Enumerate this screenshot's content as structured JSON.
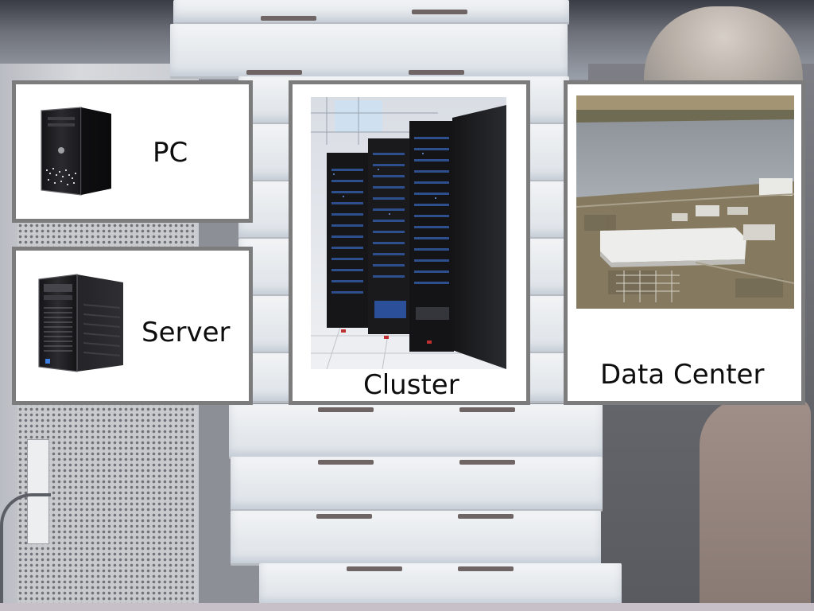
{
  "cards": {
    "pc": {
      "label": "PC",
      "image": "desktop-pc-tower-icon"
    },
    "server": {
      "label": "Server",
      "image": "server-tower-icon"
    },
    "cluster": {
      "label": "Cluster",
      "image": "server-rack-cluster-photo"
    },
    "data_center": {
      "label": "Data Center",
      "image": "data-center-aerial-photo"
    }
  },
  "background": {
    "description_icon": "pizza-box-stack-photo"
  }
}
